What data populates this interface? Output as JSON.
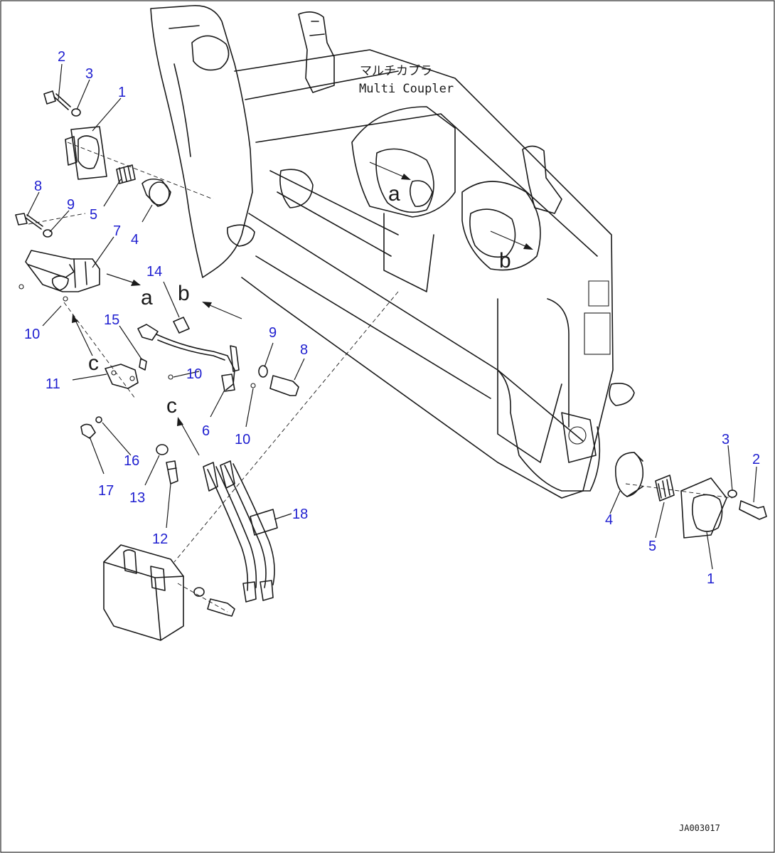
{
  "diagram": {
    "title_jp": "マルチカプラ",
    "title_en": "Multi Coupler",
    "drawing_code": "JA003017",
    "callouts": {
      "c1_left": "1",
      "c2_left": "2",
      "c3_left": "3",
      "c4_left": "4",
      "c5_left": "5",
      "c6": "6",
      "c7": "7",
      "c8_left": "8",
      "c9_left": "9",
      "c10_left": "10",
      "c11": "11",
      "c12": "12",
      "c13": "13",
      "c14": "14",
      "c15": "15",
      "c16": "16",
      "c17": "17",
      "c18": "18",
      "c9_mid": "9",
      "c8_mid": "8",
      "c10_mid_a": "10",
      "c10_mid_b": "10",
      "c1_right": "1",
      "c2_right": "2",
      "c3_right": "3",
      "c4_right": "4",
      "c5_right": "5"
    },
    "view_letters": {
      "a_frame": "a",
      "b_frame": "b",
      "a_left": "a",
      "b_mid": "b",
      "c_left": "c",
      "c_mid": "c"
    }
  }
}
